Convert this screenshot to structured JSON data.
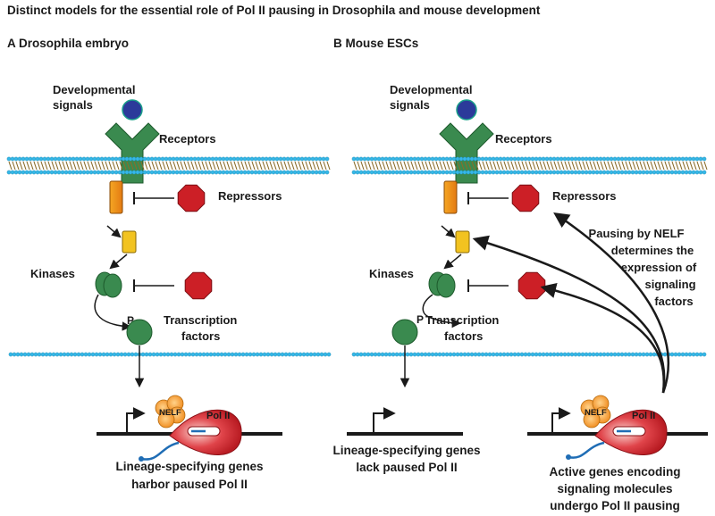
{
  "title": "Distinct models for the essential role of Pol II pausing in Drosophila and mouse development",
  "panel_a": {
    "heading": "A Drosophila embryo",
    "signal_label_1": "Developmental",
    "signal_label_2": "signals",
    "receptors": "Receptors",
    "repressors": "Repressors",
    "kinases": "Kinases",
    "phospho": "P",
    "tf_label_1": "Transcription",
    "tf_label_2": "factors",
    "nelf": "NELF",
    "pol2": "Pol II",
    "gene_label_1": "Lineage-specifying genes",
    "gene_label_2": "harbor paused Pol II"
  },
  "panel_b": {
    "heading": "B Mouse ESCs",
    "signal_label_1": "Developmental",
    "signal_label_2": "signals",
    "receptors": "Receptors",
    "repressors": "Repressors",
    "kinases": "Kinases",
    "phospho": "P",
    "tf_label_1": "Transcription",
    "tf_label_2": "factors",
    "nelf_note": [
      "Pausing by NELF",
      "determines the",
      "expression of",
      "signaling",
      "factors"
    ],
    "gene_label_1": "Lineage-specifying genes",
    "gene_label_2": "lack paused Pol II",
    "nelf": "NELF",
    "pol2": "Pol II",
    "active_label_1": "Active genes encoding",
    "active_label_2": "signaling molecules",
    "active_label_3": "undergo Pol II pausing"
  },
  "colors": {
    "signal": "#2b3a9a",
    "receptor": "#3a8a4f",
    "repressor": "#cc1f26",
    "kinase1": "#f08a1c",
    "kinase2": "#f2c320",
    "tf": "#3a8a4f",
    "nelf": "#f5a623",
    "pol2": "#d9262c",
    "membrane_head": "#35b8e8",
    "membrane_tail": "#8a6d2b",
    "dna": "#1a1a1a",
    "rna": "#1f6db5"
  }
}
